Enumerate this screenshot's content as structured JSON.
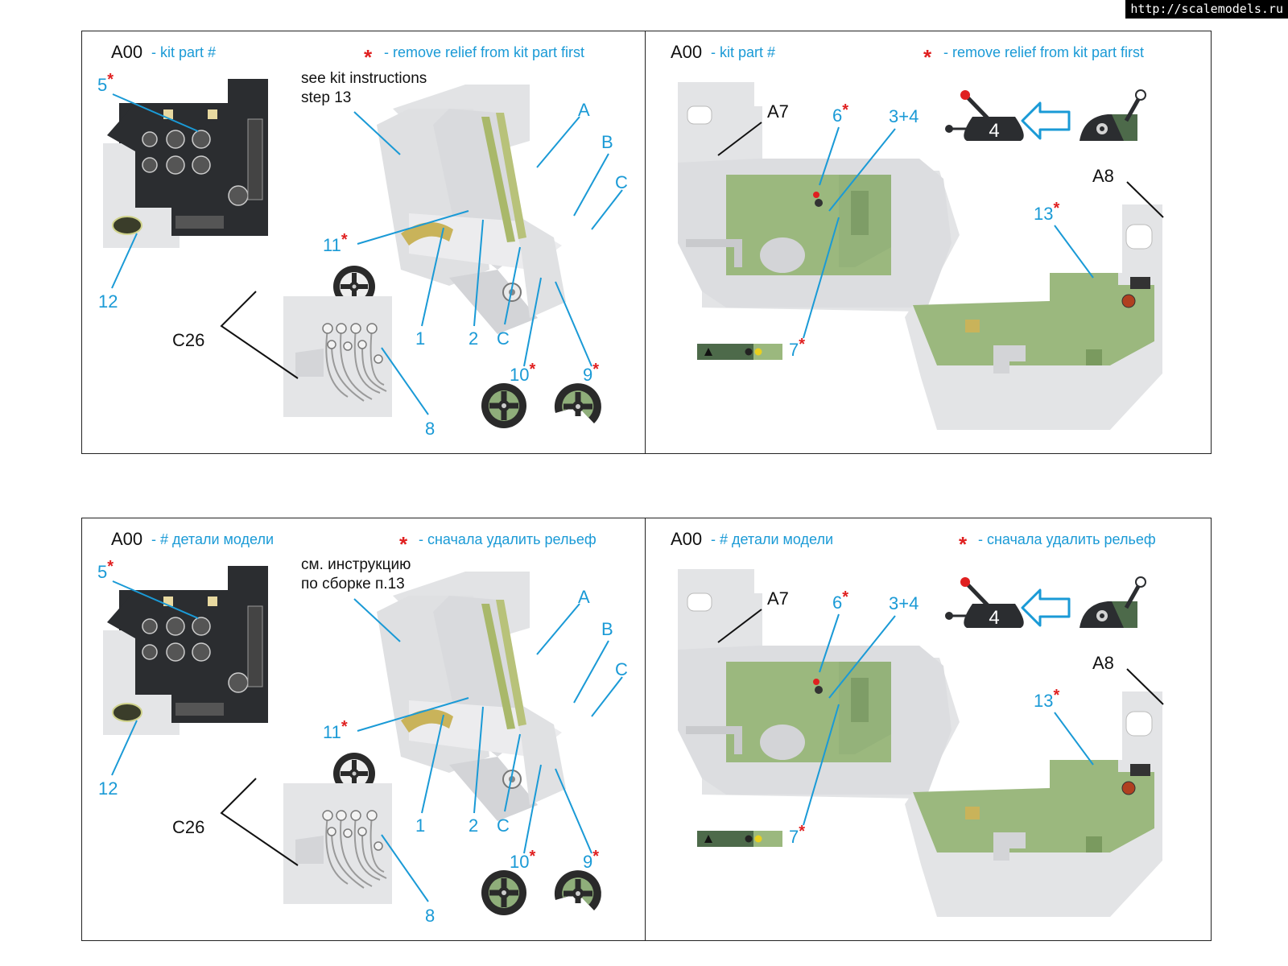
{
  "watermark": "http://scalemodels.ru",
  "colors": {
    "callout_blue": "#1a9ad6",
    "asterisk_red": "#e02020",
    "decal_green": "#9bb87e",
    "resin_gray": "#e3e4e6",
    "panel_black": "#2b2d30"
  },
  "panels": [
    {
      "left": {
        "code": "A00",
        "legend_part": "- kit part #",
        "note": "see kit instructions\nstep 13"
      },
      "right": {
        "code": "A00",
        "legend_part": "- kit part #",
        "legend_relief": "- remove relief from kit part first"
      }
    },
    {
      "left": {
        "code": "A00",
        "legend_part": "- # детали модели",
        "note": "см. инструкцию\nпо сборке п.13"
      },
      "right": {
        "code": "A00",
        "legend_part": "- # детали модели",
        "legend_relief": "- сначала удалить рельеф"
      }
    }
  ],
  "legend_relief_left": [
    "- remove relief from kit part first",
    "- сначала удалить рельеф"
  ],
  "asterisk": "*",
  "labels": {
    "n5": "5",
    "n12": "12",
    "c26": "C26",
    "n11": "11",
    "n1": "1",
    "n2": "2",
    "c": "C",
    "n10": "10",
    "n9": "9",
    "n8": "8",
    "a": "A",
    "b": "B",
    "c2": "C",
    "a7": "A7",
    "n6": "6",
    "n34": "3+4",
    "a8": "A8",
    "n13": "13",
    "n7": "7",
    "four": "4"
  },
  "icons": [
    "instrument-panel-icon",
    "seat-icon",
    "wheel-icon",
    "throttle-lever-icon",
    "arrow-left-icon",
    "side-console-icon"
  ]
}
